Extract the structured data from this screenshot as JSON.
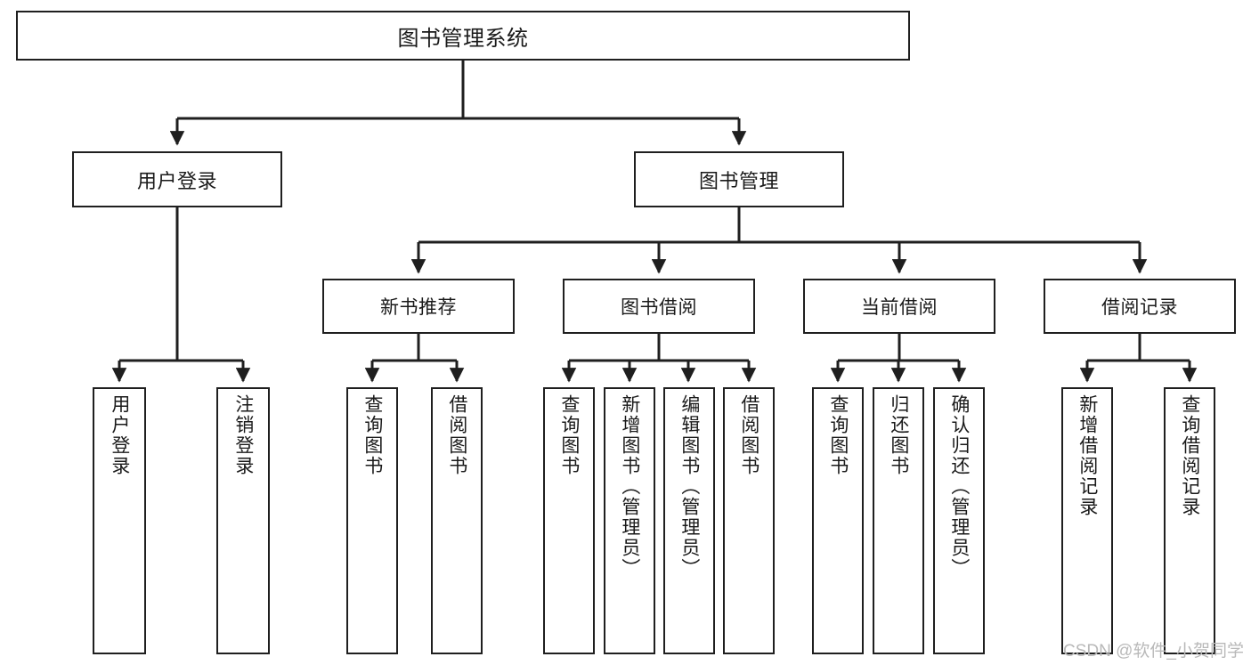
{
  "diagram": {
    "title": "图书管理系统",
    "type": "tree",
    "root": {
      "label": "图书管理系统"
    },
    "level1": [
      {
        "label": "用户登录"
      },
      {
        "label": "图书管理"
      }
    ],
    "level2": [
      {
        "label": "新书推荐"
      },
      {
        "label": "图书借阅"
      },
      {
        "label": "当前借阅"
      },
      {
        "label": "借阅记录"
      }
    ],
    "leaves": {
      "user_login": [
        {
          "label": "用户登录"
        },
        {
          "label": "注销登录"
        }
      ],
      "new_book_recommend": [
        {
          "label": "查询图书"
        },
        {
          "label": "借阅图书"
        }
      ],
      "book_borrow": [
        {
          "label": "查询图书"
        },
        {
          "label": "新增图书（管理员）"
        },
        {
          "label": "编辑图书（管理员）"
        },
        {
          "label": "借阅图书"
        }
      ],
      "current_borrow": [
        {
          "label": "查询图书"
        },
        {
          "label": "归还图书"
        },
        {
          "label": "确认归还（管理员）"
        }
      ],
      "borrow_record": [
        {
          "label": "新增借阅记录"
        },
        {
          "label": "查询借阅记录"
        }
      ]
    }
  },
  "watermark": {
    "text": "CSDN @软件_小贺同学"
  },
  "colors": {
    "stroke": "#1f1f1f",
    "fill": "#ffffff",
    "text": "#1a1a1a",
    "watermark": "#b9b9b9"
  }
}
